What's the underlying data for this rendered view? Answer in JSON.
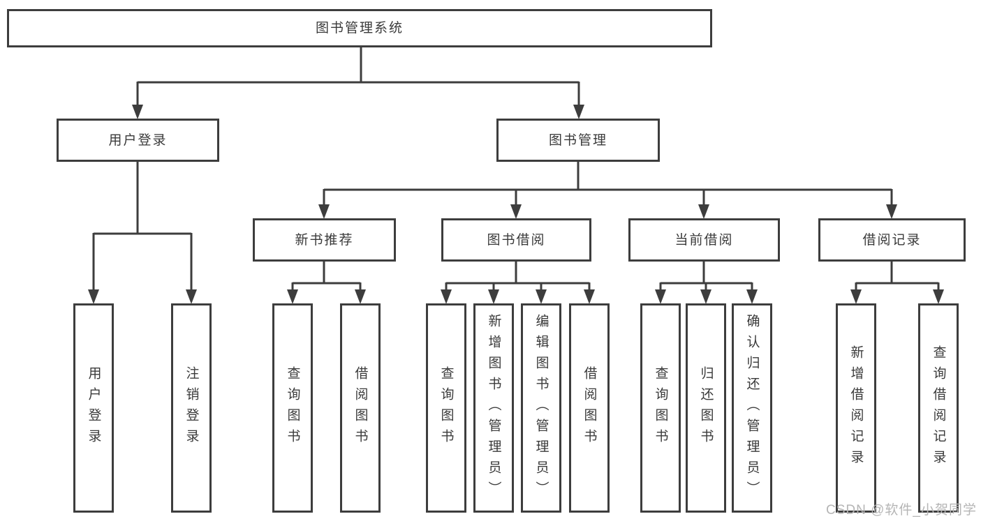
{
  "colors": {
    "line": "#3d3d3d",
    "text": "#3a3a3a",
    "watermark": "#b5b5b5",
    "background": "#ffffff"
  },
  "watermark": {
    "text": "CSDN @软件_小贺同学"
  },
  "nodes": {
    "root": "图书管理系统",
    "user_login": "用户登录",
    "book_mgmt": "图书管理",
    "new_book_rec": "新书推荐",
    "book_borrow": "图书借阅",
    "current_borrow": "当前借阅",
    "borrow_records": "借阅记录",
    "leaf_user_login": "用户登录",
    "leaf_logout": "注销登录",
    "rec_query_book": "查询图书",
    "rec_borrow_book": "借阅图书",
    "bb_query_book": "查询图书",
    "bb_add_book": "新增图书（管理员）",
    "bb_edit_book": "编辑图书（管理员）",
    "bb_borrow_book": "借阅图书",
    "cb_query_book": "查询图书",
    "cb_return_book": "归还图书",
    "cb_confirm_return": "确认归还（管理员）",
    "br_add_record": "新增借阅记录",
    "br_query_record": "查询借阅记录"
  }
}
